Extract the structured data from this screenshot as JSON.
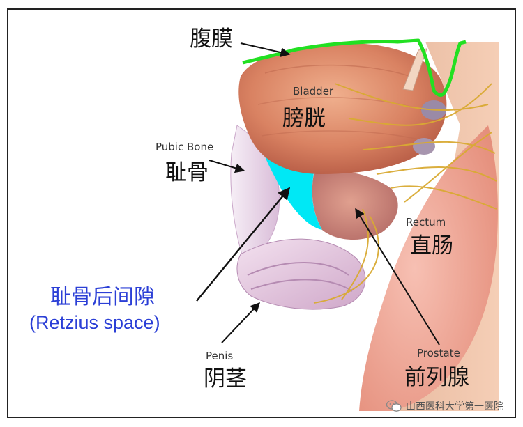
{
  "labels": {
    "peritoneum": "腹膜",
    "bladder_en": "Bladder",
    "bladder_zh": "膀胱",
    "pubic_en": "Pubic Bone",
    "pubic_zh": "耻骨",
    "rectum_en": "Rectum",
    "rectum_zh": "直肠",
    "retzius_zh": "耻骨后间隙",
    "retzius_en": "(Retzius space)",
    "penis_en": "Penis",
    "penis_zh": "阴茎",
    "prostate_en": "Prostate",
    "prostate_zh": "前列腺"
  },
  "watermark": {
    "text": "山西医科大学第一医院",
    "icon": "wechat-icon"
  },
  "colors": {
    "peritoneum_line": "#22e022",
    "retzius_space": "#00e8f5",
    "label_blue": "#2b3fd6"
  }
}
